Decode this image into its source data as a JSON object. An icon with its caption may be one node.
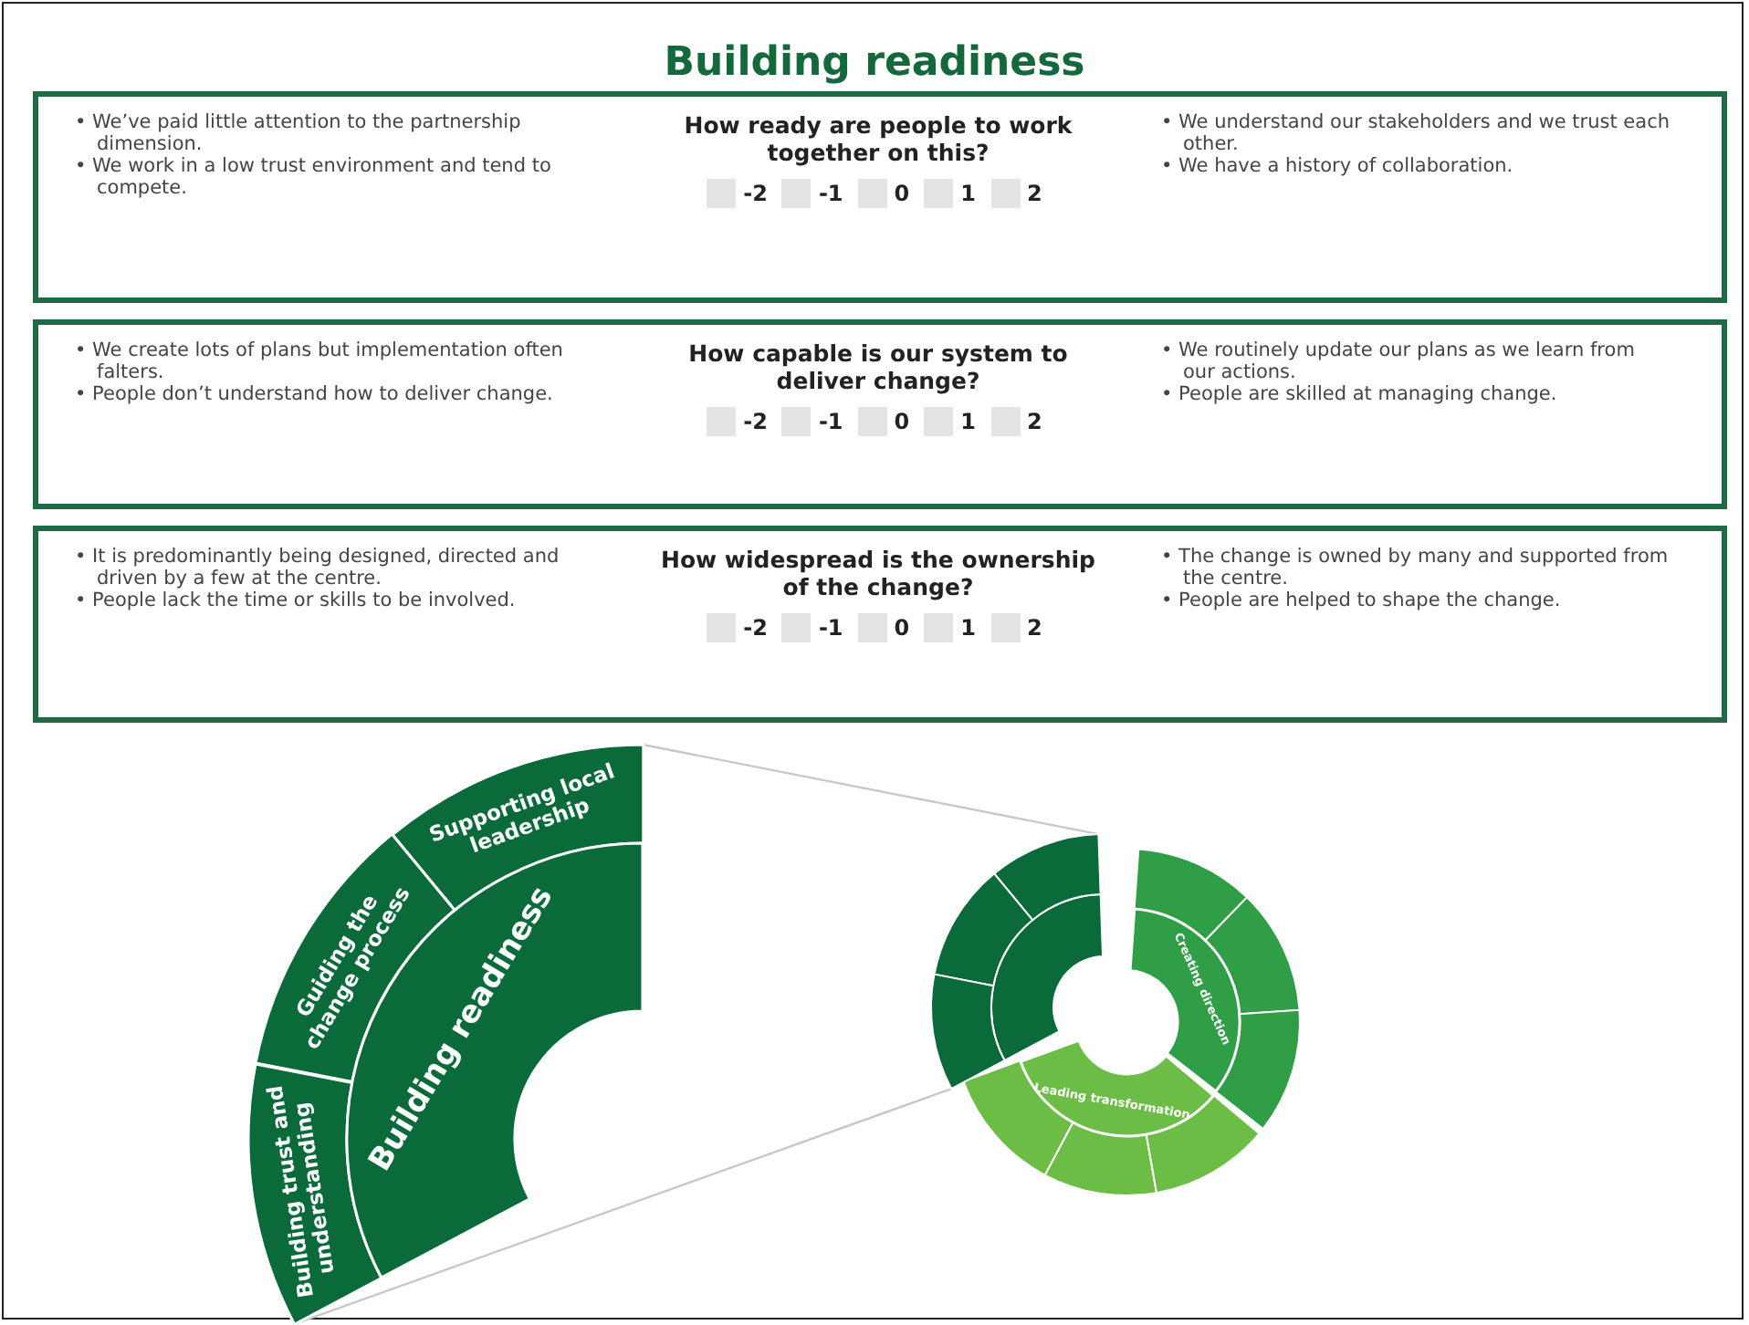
{
  "diagram": {
    "title": "Building readiness",
    "nodes": [
      {
        "text": [
          "• We’ve paid little attention to the partnership dimension.",
          "• We work in a low trust environment and tend to compete.",
          "How ready are people to work together on this?",
          "-2",
          "-1",
          "0",
          "1",
          "2",
          "• We understand our stakeholders and we trust each other.",
          "• We have a history of collaboration."
        ]
      },
      {
        "text": [
          "• We create lots of plans but implementation often falters.",
          "• People don’t understand how to deliver change.",
          "How capable is our system to deliver change?",
          "-2",
          "-1",
          "0",
          "1",
          "2",
          "• We routinely update our plans as we learn from our actions.",
          "• People are skilled at managing change."
        ]
      },
      {
        "text": [
          "• It is predominantly being designed, directed and driven by a few at the centre.",
          "• People lack the time or skills to be involved.",
          "How widespread is the ownership of the change?",
          "-2",
          "-1",
          "0",
          "1",
          "2",
          "• The change is owned by many and supported from the centre.",
          "• People are helped to shape the change."
        ]
      },
      {
        "text": [
          "Supporting local leadership"
        ]
      },
      {
        "text": [
          "Guiding the change process"
        ]
      },
      {
        "text": [
          "Building trust and understanding"
        ]
      },
      {
        "text": [
          "Building readiness"
        ]
      },
      {
        "text": [
          "Creating direction"
        ]
      },
      {
        "text": [
          "Leading transformation"
        ]
      },
      {
        "text": [],
        "shape": "picture"
      }
    ],
    "edges": [
      {
        "from": 3,
        "to": 9,
        "arrow": "none"
      },
      {
        "from": 5,
        "to": 9,
        "arrow": "none"
      }
    ]
  }
}
